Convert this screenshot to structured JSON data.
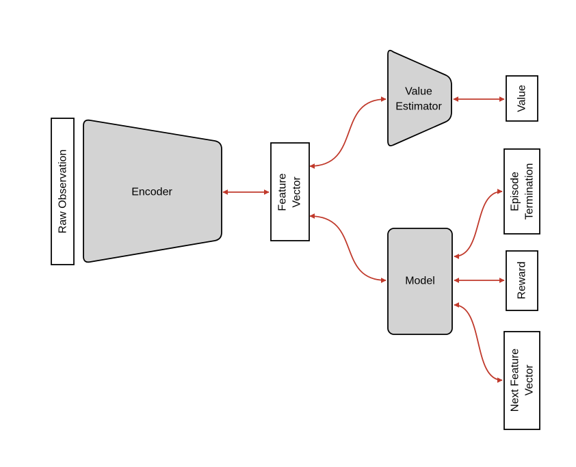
{
  "nodes": {
    "raw_observation": "Raw Observation",
    "encoder": "Encoder",
    "feature_vector_1": "Feature",
    "feature_vector_2": "Vector",
    "value_estimator_1": "Value",
    "value_estimator_2": "Estimator",
    "model": "Model",
    "value": "Value",
    "episode_termination_1": "Episode",
    "episode_termination_2": "Termination",
    "reward": "Reward",
    "next_feature_vector_1": "Next Feature",
    "next_feature_vector_2": "Vector"
  },
  "colors": {
    "arrow": "#c0392b",
    "node_fill": "#d3d3d3",
    "box_fill": "#ffffff",
    "stroke": "#000000"
  }
}
